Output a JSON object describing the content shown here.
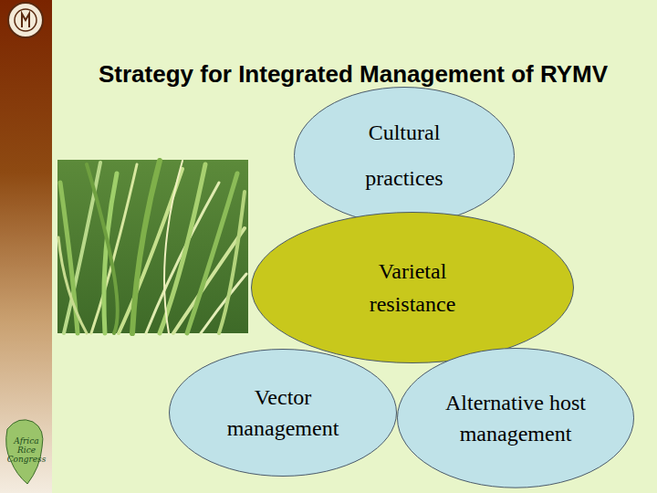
{
  "diagram": {
    "title": "Strategy for Integrated Management of RYMV",
    "nodes": [
      {
        "text": [
          "Cultural practices"
        ]
      },
      {
        "text": [
          "Varietal resistance"
        ]
      },
      {
        "text": [
          "Vector management"
        ]
      },
      {
        "text": [
          "Alternative host management"
        ]
      }
    ],
    "labels": [
      "Africa Rice Congress"
    ]
  }
}
